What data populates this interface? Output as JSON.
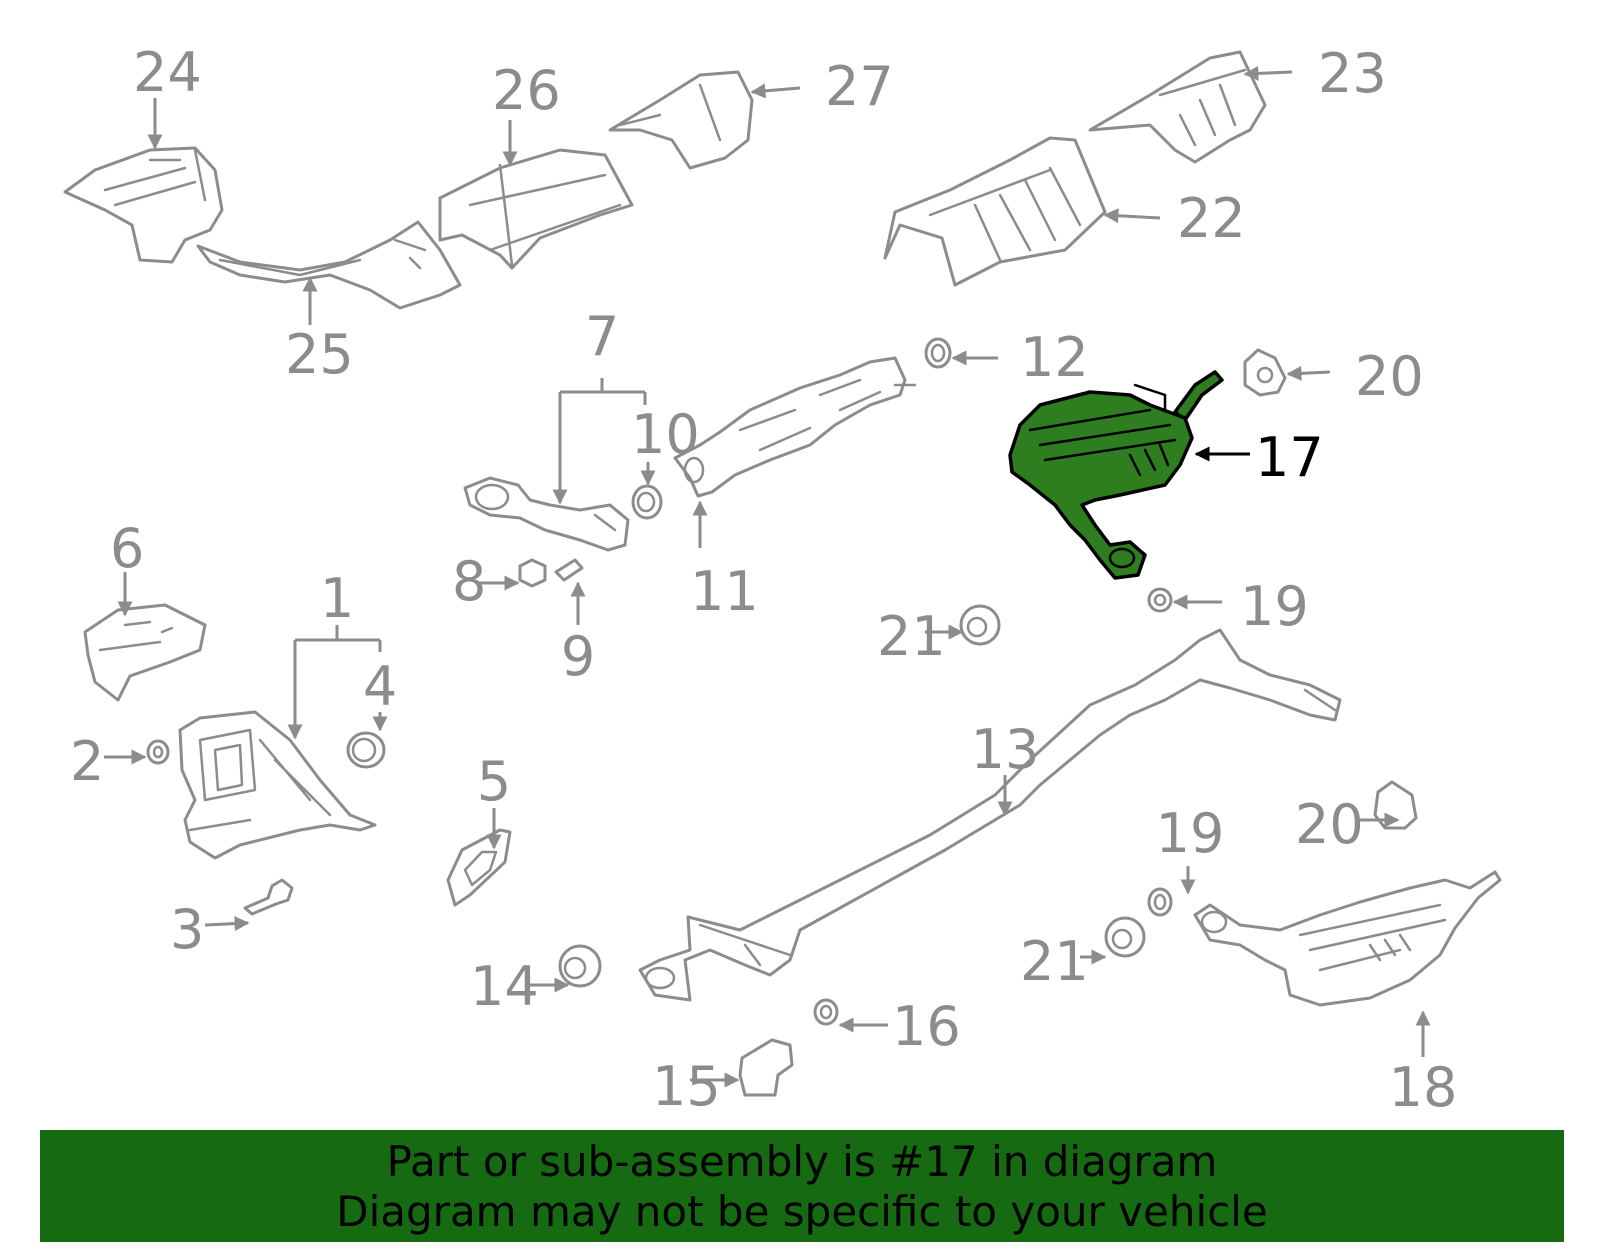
{
  "diagram": {
    "highlight_color": "#2e7d1e",
    "line_color": "#8c8c8c",
    "callouts": [
      {
        "id": "1",
        "label": "1"
      },
      {
        "id": "2",
        "label": "2"
      },
      {
        "id": "3",
        "label": "3"
      },
      {
        "id": "4",
        "label": "4"
      },
      {
        "id": "5",
        "label": "5"
      },
      {
        "id": "6",
        "label": "6"
      },
      {
        "id": "7",
        "label": "7"
      },
      {
        "id": "8",
        "label": "8"
      },
      {
        "id": "9",
        "label": "9"
      },
      {
        "id": "10",
        "label": "10"
      },
      {
        "id": "11",
        "label": "11"
      },
      {
        "id": "12",
        "label": "12"
      },
      {
        "id": "13",
        "label": "13"
      },
      {
        "id": "14",
        "label": "14"
      },
      {
        "id": "15",
        "label": "15"
      },
      {
        "id": "16",
        "label": "16"
      },
      {
        "id": "17",
        "label": "17",
        "highlighted": true
      },
      {
        "id": "18",
        "label": "18"
      },
      {
        "id": "19a",
        "label": "19"
      },
      {
        "id": "19b",
        "label": "19"
      },
      {
        "id": "20a",
        "label": "20"
      },
      {
        "id": "20b",
        "label": "20"
      },
      {
        "id": "21a",
        "label": "21"
      },
      {
        "id": "21b",
        "label": "21"
      },
      {
        "id": "22",
        "label": "22"
      },
      {
        "id": "23",
        "label": "23"
      },
      {
        "id": "24",
        "label": "24"
      },
      {
        "id": "25",
        "label": "25"
      },
      {
        "id": "26",
        "label": "26"
      },
      {
        "id": "27",
        "label": "27"
      }
    ]
  },
  "banner": {
    "background": "#166b12",
    "line1": "Part or sub-assembly is #17 in diagram",
    "line2": "Diagram may not be specific to your vehicle"
  }
}
